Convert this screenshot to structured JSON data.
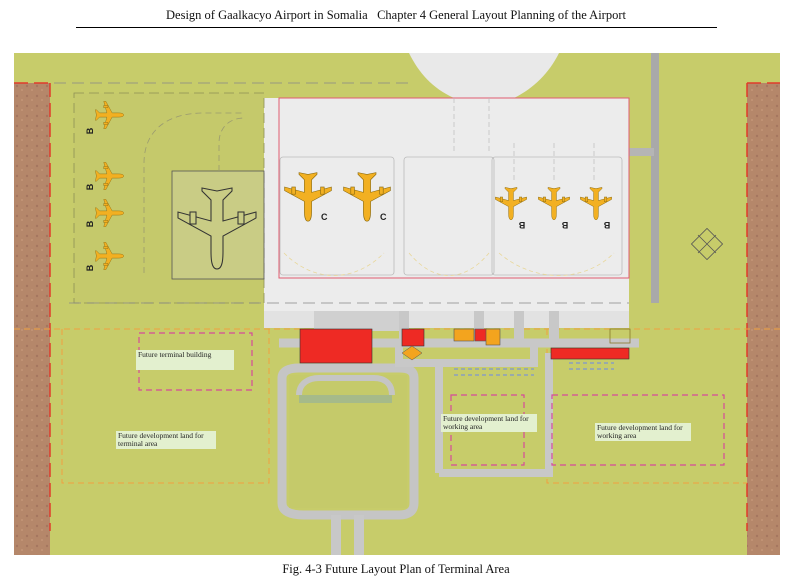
{
  "document": {
    "header_title": "Design of Gaalkacyo Airport in Somalia",
    "header_chapter": "Chapter 4 General Layout Planning of the Airport",
    "caption": "Fig. 4-3 Future Layout Plan of Terminal Area"
  },
  "plan": {
    "labels": {
      "future_terminal_building": "Future terminal building",
      "future_dev_terminal": "Future development land for terminal area",
      "future_dev_working_1": "Future development land for working area",
      "future_dev_working_2": "Future development land for working area"
    },
    "stand_codes": {
      "b": "B",
      "c": "C"
    },
    "colors": {
      "ground": "#c7cc6a",
      "terrain": "#b5876a",
      "apron": "#e9e9e9",
      "pavement": "#c8c8c8",
      "building_red": "#ee2a24",
      "building_orange": "#f3a41e",
      "aircraft": "#f2b022",
      "boundary_red": "#e03b2a",
      "dash_magenta": "#d64a9a",
      "dash_orange": "#f0a040"
    }
  }
}
